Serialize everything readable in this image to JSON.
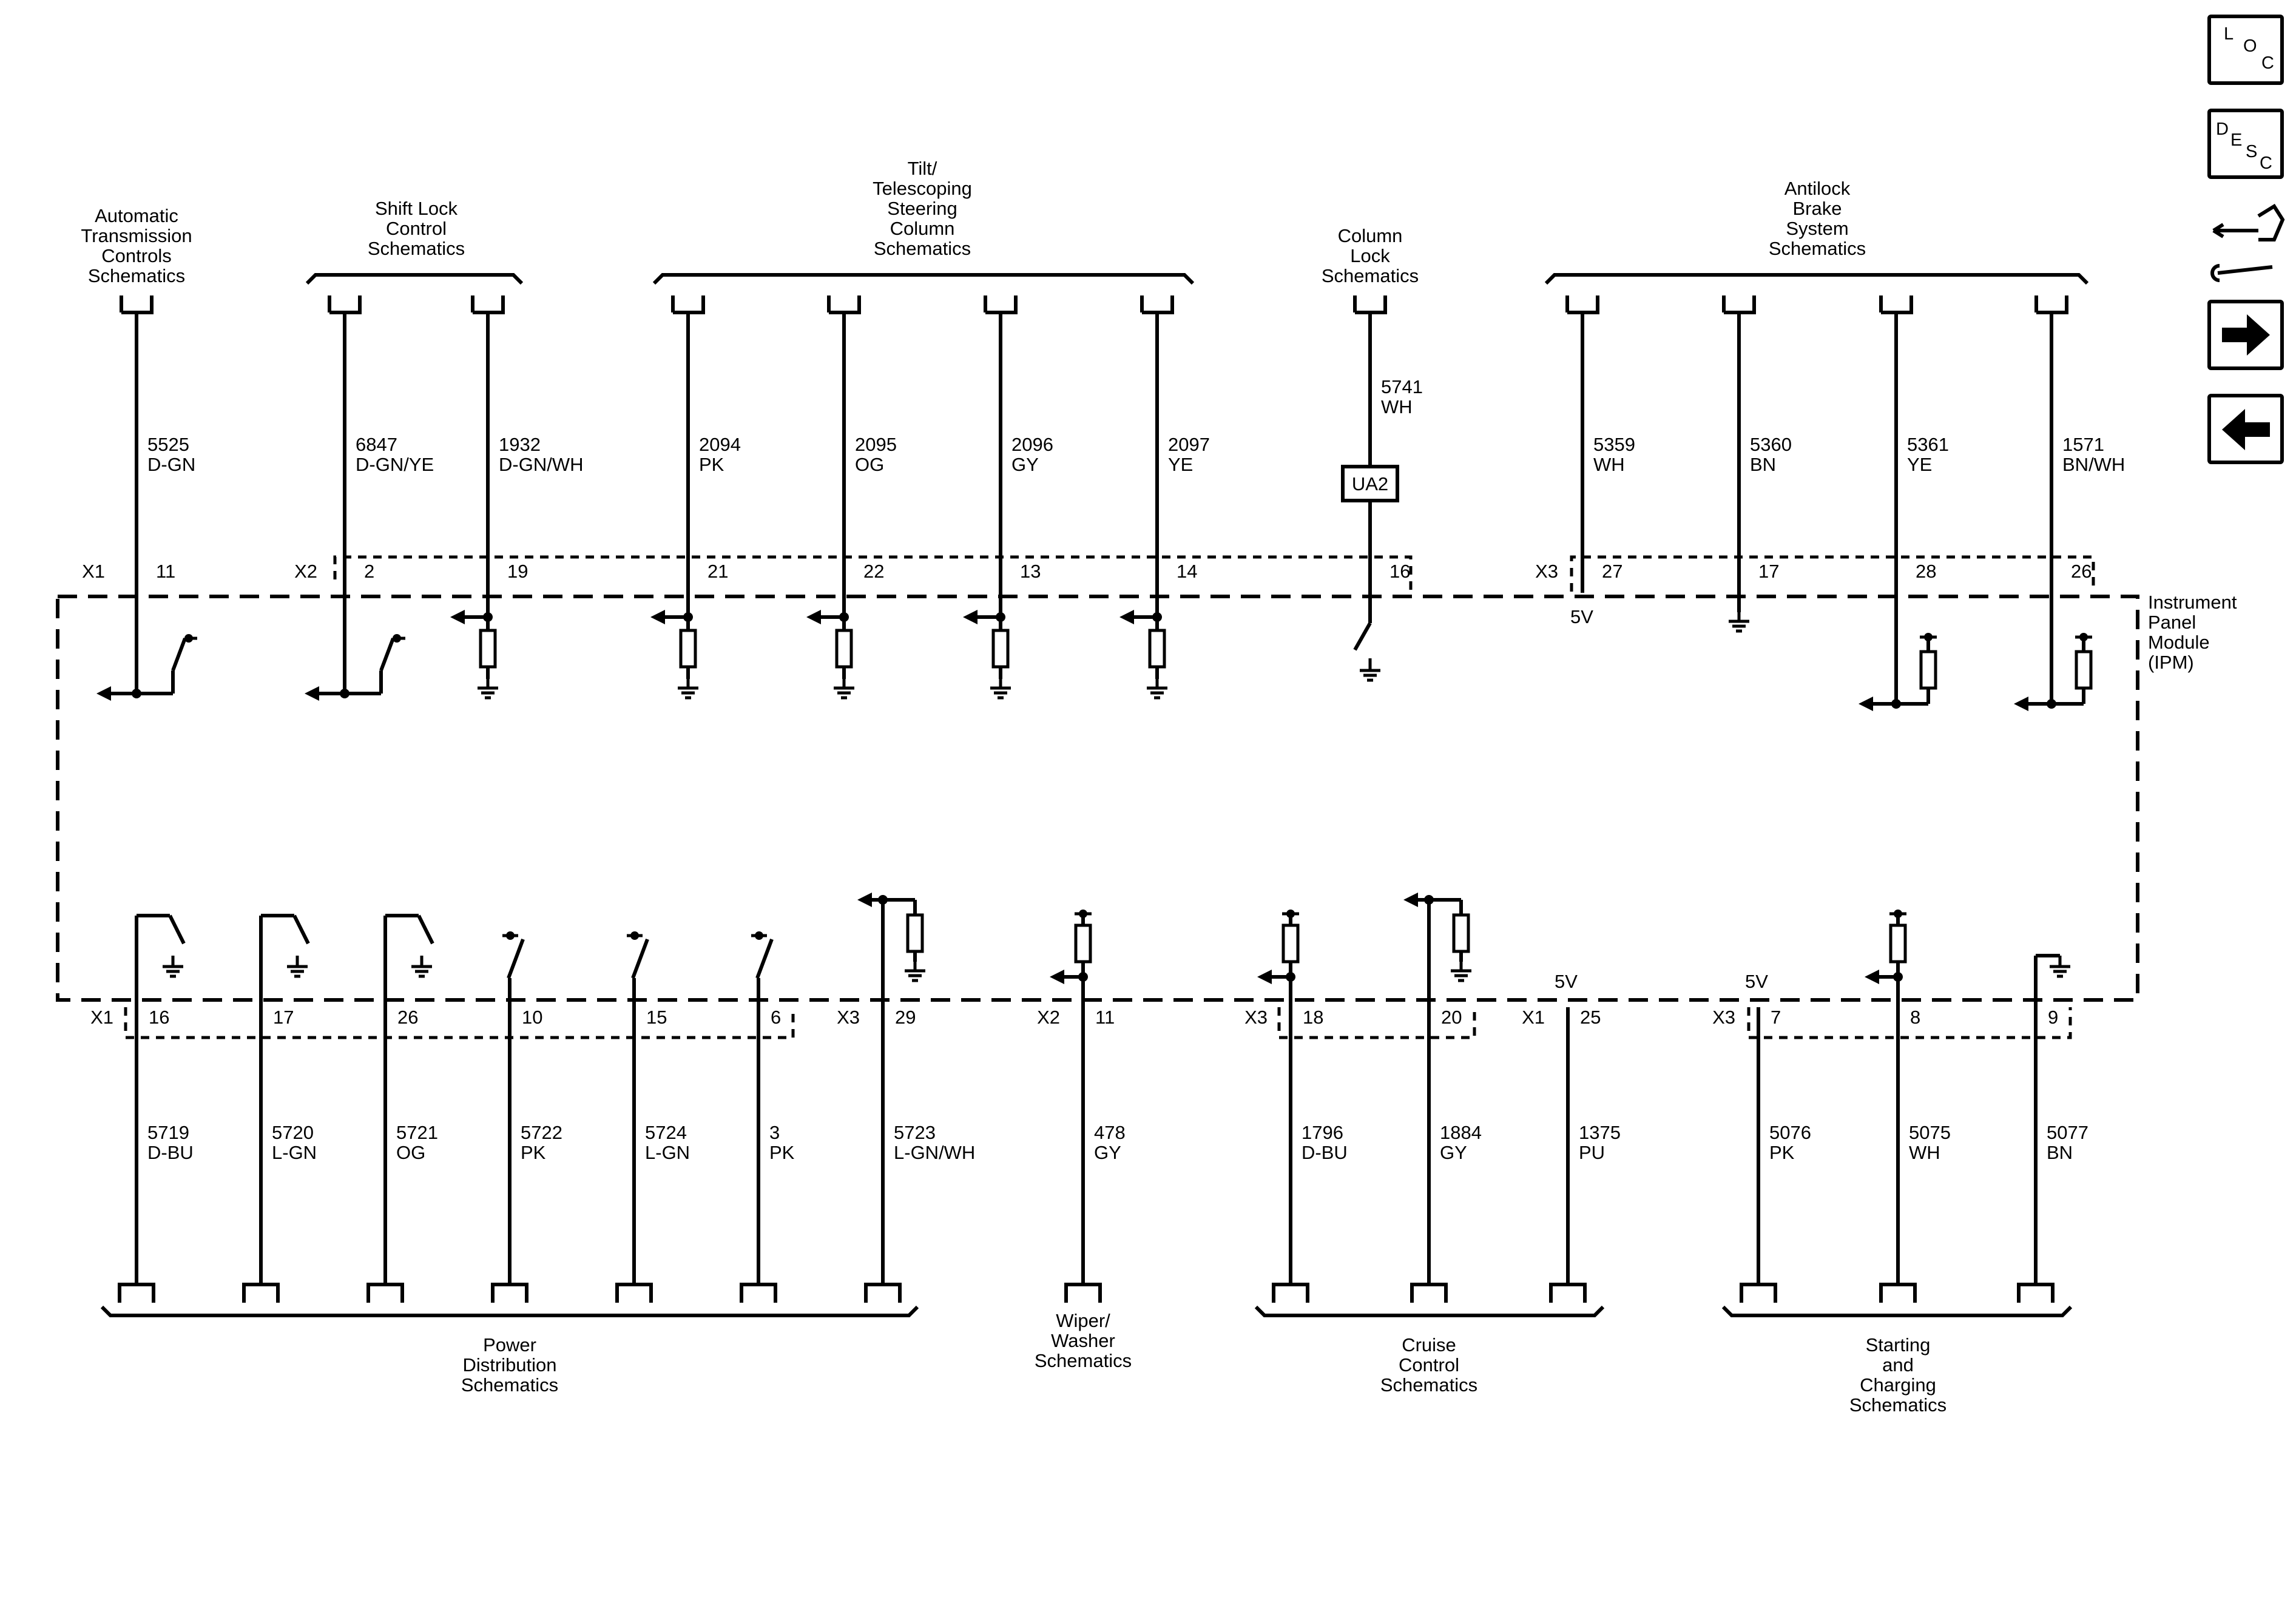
{
  "module": {
    "name": [
      "Instrument",
      "Panel",
      "Module",
      "(IPM)"
    ]
  },
  "top_groups": [
    {
      "id": "atc",
      "title": [
        "Automatic",
        "Transmission",
        "Controls",
        "Schematics"
      ]
    },
    {
      "id": "slc",
      "title": [
        "Shift Lock",
        "Control",
        "Schematics"
      ]
    },
    {
      "id": "tilt",
      "title": [
        "Tilt/",
        "Telescoping",
        "Steering",
        "Column",
        "Schematics"
      ]
    },
    {
      "id": "col",
      "title": [
        "Column",
        "Lock",
        "Schematics"
      ]
    },
    {
      "id": "abs",
      "title": [
        "Antilock",
        "Brake",
        "System",
        "Schematics"
      ]
    }
  ],
  "bottom_groups": [
    {
      "id": "pwr",
      "title": [
        "Power",
        "Distribution",
        "Schematics"
      ]
    },
    {
      "id": "wiper",
      "title": [
        "Wiper/",
        "Washer",
        "Schematics"
      ]
    },
    {
      "id": "cruise",
      "title": [
        "Cruise",
        "Control",
        "Schematics"
      ]
    },
    {
      "id": "start",
      "title": [
        "Starting",
        "and",
        "Charging",
        "Schematics"
      ]
    }
  ],
  "top_wires": [
    {
      "circuit": "5525",
      "color": "D-GN",
      "connector": "X1",
      "pin": "11",
      "internal": "switch-open"
    },
    {
      "circuit": "6847",
      "color": "D-GN/YE",
      "connector": "X2",
      "pin": "2",
      "internal": "switch-open"
    },
    {
      "circuit": "1932",
      "color": "D-GN/WH",
      "pin": "19",
      "internal": "pulldown-input"
    },
    {
      "circuit": "2094",
      "color": "PK",
      "pin": "21",
      "internal": "pulldown-input"
    },
    {
      "circuit": "2095",
      "color": "OG",
      "pin": "22",
      "internal": "pulldown-input"
    },
    {
      "circuit": "2096",
      "color": "GY",
      "pin": "13",
      "internal": "pulldown-input"
    },
    {
      "circuit": "2097",
      "color": "YE",
      "pin": "14",
      "internal": "pulldown-input"
    },
    {
      "circuit": "5741",
      "color": "WH",
      "pin": "16",
      "internal": "switch-ground",
      "inline": "UA2"
    },
    {
      "circuit": "5359",
      "color": "WH",
      "connector": "X3",
      "pin": "27",
      "internal": "reference",
      "ref_label": "5V"
    },
    {
      "circuit": "5360",
      "color": "BN",
      "pin": "17",
      "internal": "ground"
    },
    {
      "circuit": "5361",
      "color": "YE",
      "pin": "28",
      "internal": "pullup-input"
    },
    {
      "circuit": "1571",
      "color": "BN/WH",
      "pin": "26",
      "internal": "pullup-input"
    }
  ],
  "bottom_wires": [
    {
      "circuit": "5719",
      "color": "D-BU",
      "connector": "X1",
      "pin": "16",
      "internal": "switch-ground"
    },
    {
      "circuit": "5720",
      "color": "L-GN",
      "pin": "17",
      "internal": "switch-ground"
    },
    {
      "circuit": "5721",
      "color": "OG",
      "pin": "26",
      "internal": "switch-ground"
    },
    {
      "circuit": "5722",
      "color": "PK",
      "pin": "10",
      "internal": "switch-high"
    },
    {
      "circuit": "5724",
      "color": "L-GN",
      "pin": "15",
      "internal": "switch-high"
    },
    {
      "circuit": "3",
      "color": "PK",
      "pin": "6",
      "internal": "switch-high"
    },
    {
      "circuit": "5723",
      "color": "L-GN/WH",
      "connector": "X3",
      "pin": "29",
      "internal": "pulldown-input"
    },
    {
      "circuit": "478",
      "color": "GY",
      "connector": "X2",
      "pin": "11",
      "internal": "pullup-input"
    },
    {
      "circuit": "1796",
      "color": "D-BU",
      "connector": "X3",
      "pin": "18",
      "internal": "pullup-input"
    },
    {
      "circuit": "1884",
      "color": "GY",
      "pin": "20",
      "internal": "pulldown-input"
    },
    {
      "circuit": "1375",
      "color": "PU",
      "connector": "X1",
      "pin": "25",
      "internal": "reference",
      "ref_label": "5V"
    },
    {
      "circuit": "5076",
      "color": "PK",
      "connector": "X3",
      "pin": "7",
      "internal": "reference",
      "ref_label": "5V"
    },
    {
      "circuit": "5075",
      "color": "WH",
      "pin": "8",
      "internal": "pullup-input"
    },
    {
      "circuit": "5077",
      "color": "BN",
      "pin": "9",
      "internal": "ground"
    }
  ],
  "nav": [
    {
      "icon": "loc-icon",
      "letters": [
        "L",
        "O",
        "C"
      ]
    },
    {
      "icon": "desc-icon",
      "letters": [
        "D",
        "E",
        "S",
        "C"
      ]
    },
    {
      "icon": "connector-wrench-icon"
    },
    {
      "icon": "arrow-right-icon"
    },
    {
      "icon": "arrow-left-icon"
    }
  ]
}
